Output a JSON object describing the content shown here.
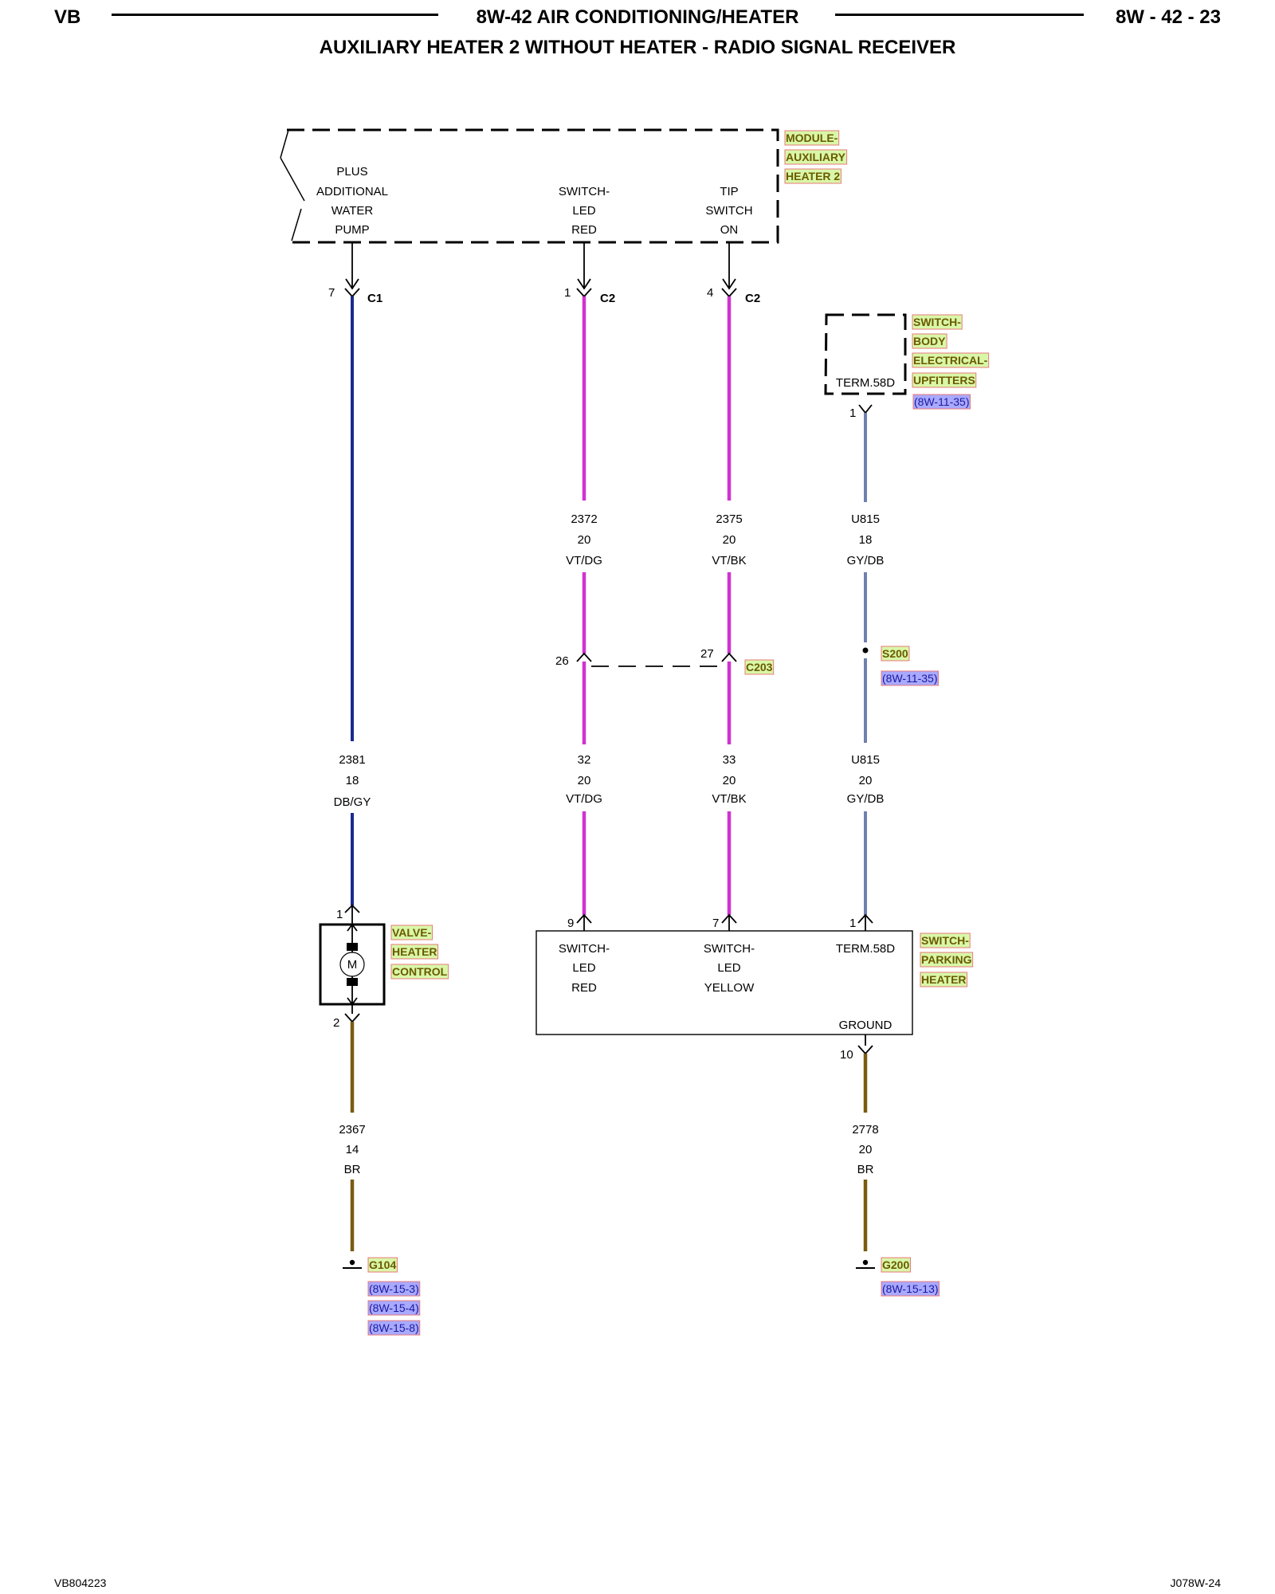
{
  "header": {
    "left": "VB",
    "title": "8W-42 AIR CONDITIONING/HEATER",
    "page": "8W - 42 - 23",
    "subtitle": "AUXILIARY HEATER 2 WITHOUT HEATER - RADIO SIGNAL RECEIVER"
  },
  "footer": {
    "left": "VB804223",
    "right": "J078W-24"
  },
  "colors": {
    "tag_fill": "#d9f7a8",
    "tag_border": "#e87a7a",
    "ref_fill": "#a9a9ff",
    "ref_border": "#e87a7a",
    "wire_db": "#1a2a8c",
    "wire_vt": "#d033d0",
    "wire_gy": "#6f7fb0",
    "wire_br": "#7a5c10"
  },
  "module": {
    "tag": [
      "MODULE-",
      "AUXILIARY",
      "HEATER 2"
    ],
    "pins": [
      [
        "PLUS",
        "ADDITIONAL",
        "WATER",
        "PUMP"
      ],
      [
        "SWITCH-",
        "LED",
        "RED"
      ],
      [
        "TIP",
        "SWITCH",
        "ON"
      ]
    ],
    "connectors": [
      {
        "cavity": "7",
        "name": "C1"
      },
      {
        "cavity": "1",
        "name": "C2"
      },
      {
        "cavity": "4",
        "name": "C2"
      }
    ]
  },
  "upfitter_switch": {
    "tag": [
      "SWITCH-",
      "BODY",
      "ELECTRICAL-",
      "UPFITTERS"
    ],
    "ref": "(8W-11-35)",
    "pin": "TERM.58D",
    "cavity": "1"
  },
  "wires": {
    "w2372": [
      "2372",
      "20",
      "VT/DG"
    ],
    "w2375": [
      "2375",
      "20",
      "VT/BK"
    ],
    "wU815a": [
      "U815",
      "18",
      "GY/DB"
    ],
    "w2381": [
      "2381",
      "18",
      "DB/GY"
    ],
    "w32": [
      "32",
      "20",
      "VT/DG"
    ],
    "w33": [
      "33",
      "20",
      "VT/BK"
    ],
    "wU815b": [
      "U815",
      "20",
      "GY/DB"
    ],
    "w2367": [
      "2367",
      "14",
      "BR"
    ],
    "w2778": [
      "2778",
      "20",
      "BR"
    ]
  },
  "inline_connector": {
    "name": "C203",
    "cav_left": "26",
    "cav_right": "27"
  },
  "splice": {
    "name": "S200",
    "ref": "(8W-11-35)"
  },
  "valve": {
    "tag": [
      "VALVE-",
      "HEATER",
      "CONTROL"
    ],
    "motor": "M",
    "cav_top": "1",
    "cav_bottom": "2"
  },
  "parking_switch": {
    "tag": [
      "SWITCH-",
      "PARKING",
      "HEATER"
    ],
    "pins": [
      [
        "SWITCH-",
        "LED",
        "RED"
      ],
      [
        "SWITCH-",
        "LED",
        "YELLOW"
      ],
      [
        "TERM.58D"
      ]
    ],
    "ground": "GROUND",
    "cavities": [
      "9",
      "7",
      "1"
    ],
    "ground_cavity": "10"
  },
  "grounds": [
    {
      "name": "G104",
      "refs": [
        "(8W-15-3)",
        "(8W-15-4)",
        "(8W-15-8)"
      ]
    },
    {
      "name": "G200",
      "refs": [
        "(8W-15-13)"
      ]
    }
  ]
}
